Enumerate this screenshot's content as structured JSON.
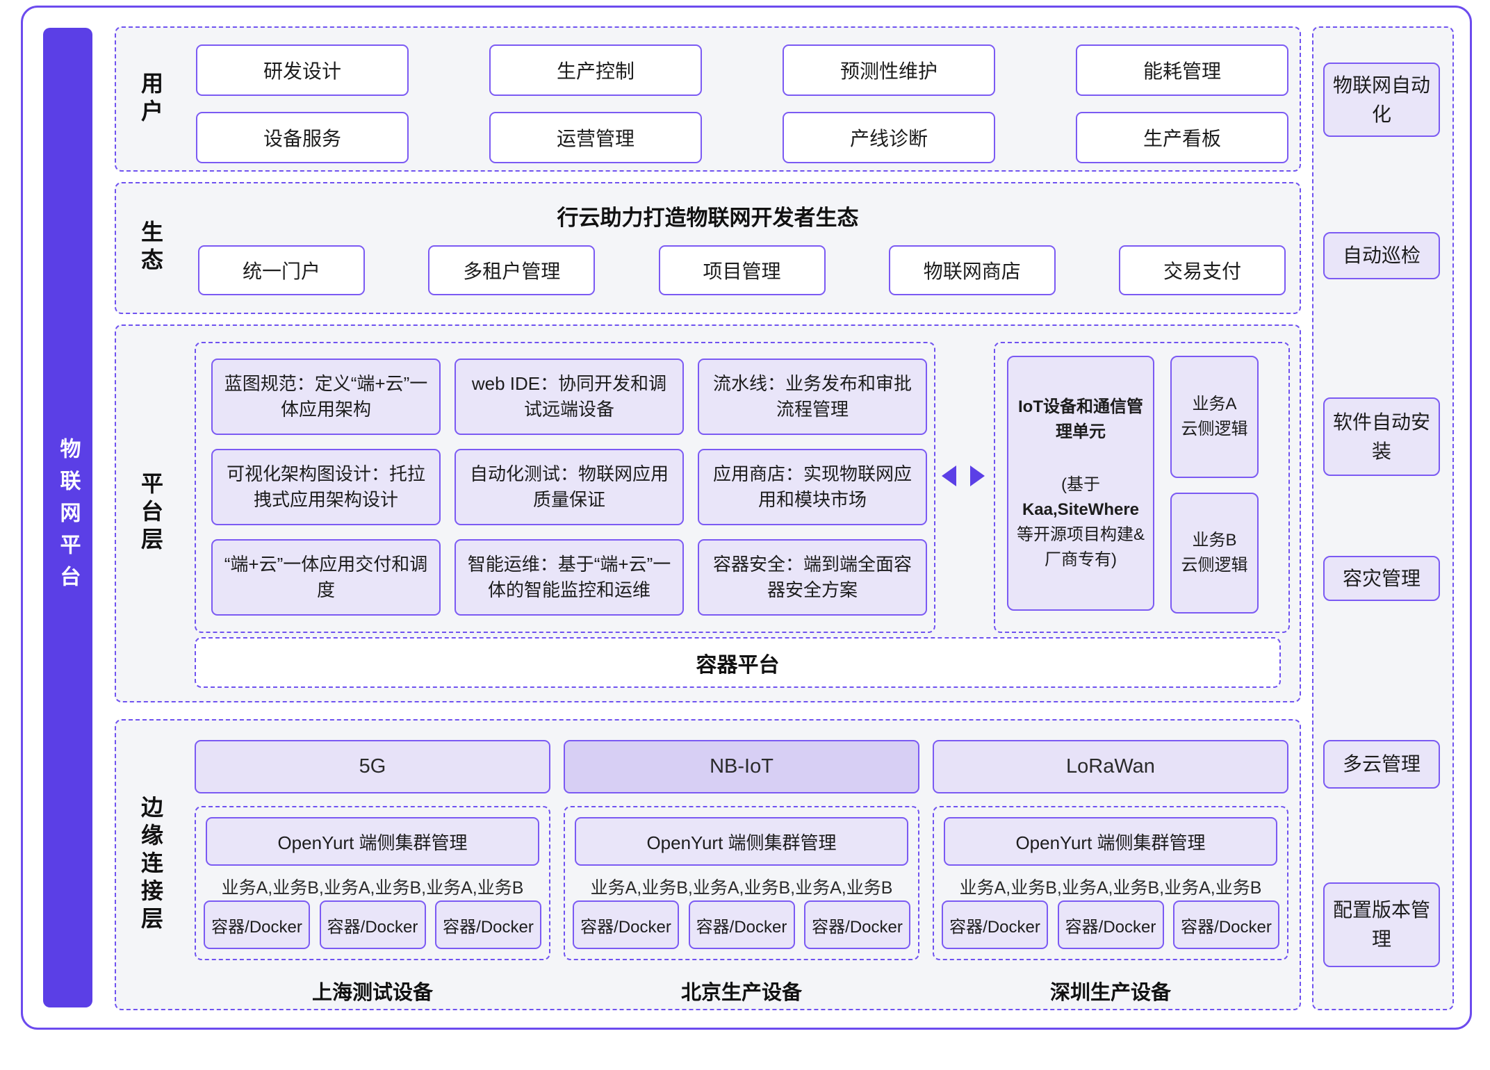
{
  "colors": {
    "accent_border": "#7b5af3",
    "dash_border": "#6f52f0",
    "left_bar": "#5b3fe6",
    "section_bg": "#f4f5f8",
    "lavender_fill": "#e9e5f9",
    "nbiot_fill": "#d7cff4"
  },
  "platform_bar": {
    "label": "物联网平台"
  },
  "user_section": {
    "label": "用户",
    "boxes": [
      "研发设计",
      "生产控制",
      "预测性维护",
      "能耗管理",
      "设备服务",
      "运营管理",
      "产线诊断",
      "生产看板"
    ]
  },
  "eco_section": {
    "label": "生态",
    "title": "行云助力打造物联网开发者生态",
    "boxes": [
      "统一门户",
      "多租户管理",
      "项目管理",
      "物联网商店",
      "交易支付"
    ]
  },
  "platform_section": {
    "label": "平台层",
    "capabilities": [
      "蓝图规范：定义“端+云”一体应用架构",
      "web IDE：协同开发和调试远端设备",
      "流水线：业务发布和审批流程管理",
      "可视化架构图设计：托拉拽式应用架构设计",
      "自动化测试：物联网应用质量保证",
      "应用商店：实现物联网应用和模块市场",
      "“端+云”一体应用交付和调度",
      "智能运维：基于“端+云”一体的智能监控和运维",
      "容器安全：端到端全面容器安全方案"
    ],
    "iot_unit": {
      "title": "IoT设备和通信管理单元",
      "note_open": "(基于",
      "note_bold": "Kaa,SiteWhere",
      "note_rest": "等开源项目构建&厂商专有)"
    },
    "side_box_a": {
      "line1": "业务A",
      "line2": "云侧逻辑"
    },
    "side_box_b": {
      "line1": "业务B",
      "line2": "云侧逻辑"
    },
    "container_platform": "容器平台"
  },
  "edge_section": {
    "label": "边缘连接层",
    "networks": [
      "5G",
      "NB-IoT",
      "LoRaWan"
    ],
    "clusters": [
      {
        "openyurt": "OpenYurt 端侧集群管理",
        "services": "业务A,业务B,业务A,业务B,业务A,业务B",
        "dockers": [
          "容器/Docker",
          "容器/Docker",
          "容器/Docker"
        ],
        "device": "上海测试设备"
      },
      {
        "openyurt": "OpenYurt 端侧集群管理",
        "services": "业务A,业务B,业务A,业务B,业务A,业务B",
        "dockers": [
          "容器/Docker",
          "容器/Docker",
          "容器/Docker"
        ],
        "device": "北京生产设备"
      },
      {
        "openyurt": "OpenYurt 端侧集群管理",
        "services": "业务A,业务B,业务A,业务B,业务A,业务B",
        "dockers": [
          "容器/Docker",
          "容器/Docker",
          "容器/Docker"
        ],
        "device": "深圳生产设备"
      }
    ]
  },
  "right_panel": {
    "items": [
      "物联网自动化",
      "自动巡检",
      "软件自动安装",
      "容灾管理",
      "多云管理",
      "配置版本管理"
    ]
  }
}
